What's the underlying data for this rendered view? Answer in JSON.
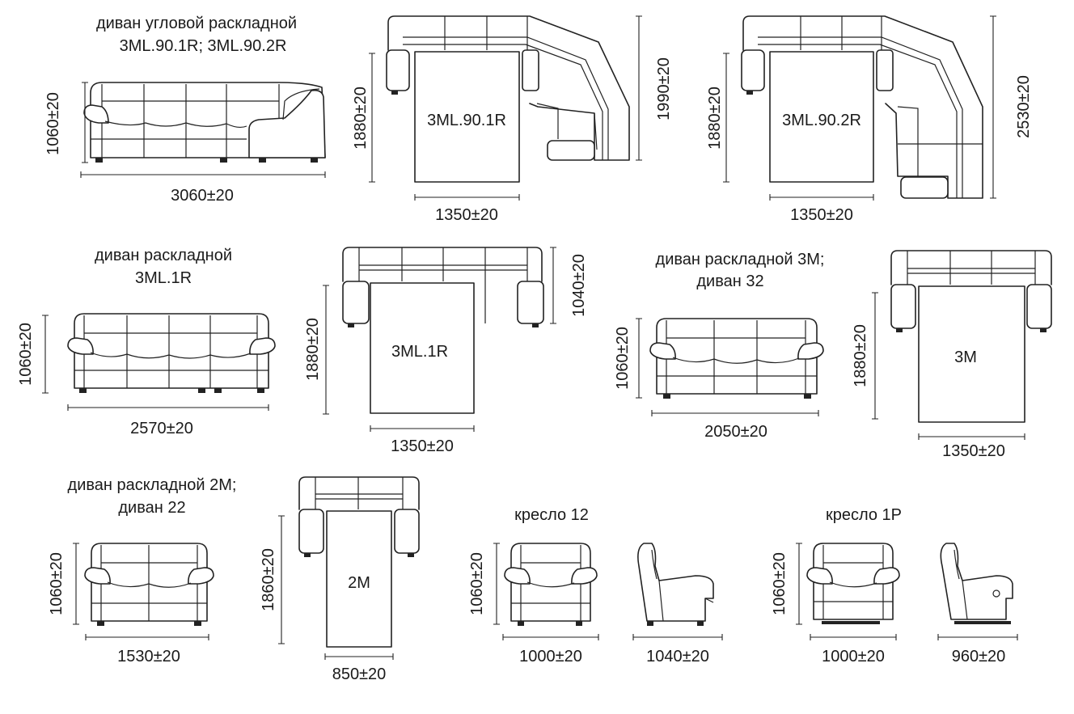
{
  "items": {
    "corner": {
      "title_1": "диван угловой раскладной",
      "title_2": "3ML.90.1R; 3ML.90.2R",
      "height": "1060±20",
      "width": "3060±20",
      "plan_1": {
        "code": "3ML.90.1R",
        "bed_length": "1880±20",
        "depth": "1990±20",
        "bed_width": "1350±20"
      },
      "plan_2": {
        "code": "3ML.90.2R",
        "bed_length": "1880±20",
        "depth": "2530±20",
        "bed_width": "1350±20"
      }
    },
    "sofa_3ml": {
      "title_1": "диван раскладной",
      "title_2": "3ML.1R",
      "height": "1060±20",
      "width": "2570±20",
      "plan": {
        "code": "3ML.1R",
        "bed_length": "1880±20",
        "depth": "1040±20",
        "bed_width": "1350±20"
      }
    },
    "sofa_3m": {
      "title_1": "диван  раскладной 3М;",
      "title_2": "диван 32",
      "height": "1060±20",
      "width": "2050±20",
      "plan": {
        "code": "3М",
        "bed_length": "1880±20",
        "bed_width": "1350±20"
      }
    },
    "sofa_2m": {
      "title_1": "диван раскладной 2М;",
      "title_2": "диван 22",
      "height": "1060±20",
      "width": "1530±20",
      "plan": {
        "code": "2М",
        "bed_length": "1860±20",
        "bed_width": "850±20"
      }
    },
    "chair_12": {
      "title": "кресло 12",
      "height": "1060±20",
      "width": "1000±20",
      "side_depth": "1040±20"
    },
    "chair_1p": {
      "title": "кресло 1Р",
      "height": "1060±20",
      "width": "1000±20",
      "side_depth": "960±20"
    }
  }
}
